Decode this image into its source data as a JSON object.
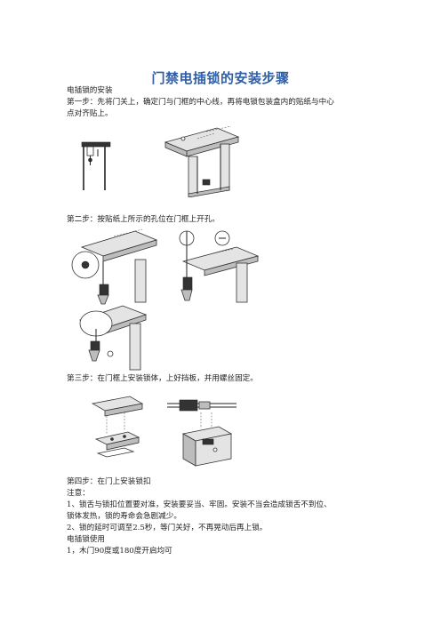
{
  "document": {
    "title": "门禁电插锁的安装步骤",
    "section_install": "电插锁的安装",
    "step1_line1": "第一步：先将门关上，确定门与门框的中心线，再将电锁包装盒内的贴纸与中心",
    "step1_line2": "点对齐贴上。",
    "step2": "第二步：按贴纸上所示的孔位在门框上开孔。",
    "step3": "第三步：在门框上安装锁体，上好挡板，并用螺丝固定。",
    "step4": "第四步：在门上安装锁扣",
    "note_heading": "注意：",
    "note1_line1": "1、锁舌与锁扣位置要对准，安装要妥当、牢固。安装不当会造成锁舌不到位、",
    "note1_line2": "锁体发热，锁的寿命会急剧减少。",
    "note2": "2、锁的延时可调至2.5秒，等门关好，不再晃动后再上锁。",
    "section_use": "电插锁使用",
    "use1": "1，木门90度或180度开启均可"
  }
}
